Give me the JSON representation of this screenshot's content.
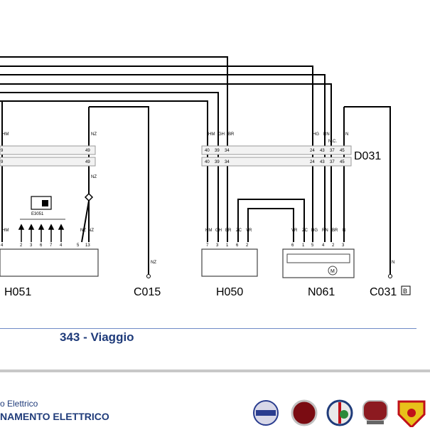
{
  "page": {
    "title": "343 - Viaggio",
    "footer_line1": "o Elettrico",
    "footer_line2": "NAMENTO ELETTRICO"
  },
  "components": {
    "h051": "H051",
    "c015": "C015",
    "h050": "H050",
    "n061": "N061",
    "c031": "C031",
    "c031_badge": "B",
    "d031": "D031",
    "e3051": "E3051"
  },
  "connector_h051": {
    "wire_hm": "HM",
    "wire_nz": "NZ",
    "pin_top_left": "9",
    "pin_top_right": "49",
    "pin_low_left": "9",
    "pin_low_right": "49",
    "nz_mid": "NZ",
    "pin_labels": [
      "4",
      "2",
      "3",
      "6",
      "7",
      "4",
      "5",
      "13"
    ],
    "lower_wires": [
      "HM",
      "NZ",
      "NZ"
    ]
  },
  "c015_wire": "NZ",
  "connector_d031": {
    "wires_left": [
      "HM",
      "GH",
      "BR"
    ],
    "wires_right": [
      "HG",
      "RN",
      "N"
    ],
    "nc_label": "N.C.",
    "pins_left_row1": [
      "40",
      "39",
      "34"
    ],
    "pins_left_row2": [
      "40",
      "39",
      "34"
    ],
    "pins_right_row1": [
      "24",
      "43",
      "37",
      "45"
    ],
    "pins_right_row2": [
      "24",
      "43",
      "37",
      "45"
    ]
  },
  "h050": {
    "wires": [
      "HM",
      "GH",
      "BR",
      "ZC",
      "VR"
    ],
    "pins": [
      "7",
      "3",
      "1",
      "6",
      "2"
    ]
  },
  "n061": {
    "wires": [
      "VR",
      "ZC",
      "HG",
      "RN",
      "BR",
      "N"
    ],
    "pins": [
      "6",
      "1",
      "5",
      "4",
      "2",
      "3"
    ],
    "motor": "M"
  },
  "c031_wire": "N",
  "logos": [
    "lancia-logo",
    "fiat-logo",
    "alfa-romeo-logo",
    "fiat-professional-logo",
    "abarth-logo"
  ]
}
